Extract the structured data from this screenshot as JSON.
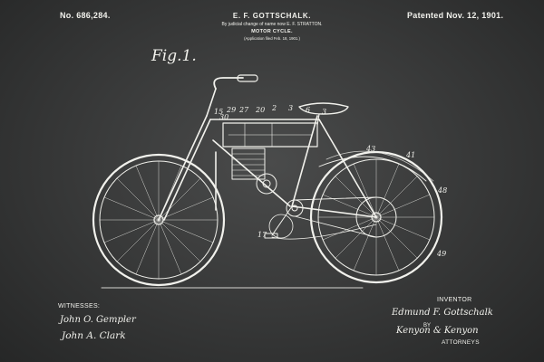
{
  "header": {
    "patent_number": "No. 686,284.",
    "patent_date": "Patented Nov. 12, 1901.",
    "inventor": "E. F. GOTTSCHALK.",
    "judicial_note": "By judicial change of name now E. F. STRATTON.",
    "title": "MOTOR CYCLE.",
    "application": "(Application filed Feb. 18, 1901.)"
  },
  "figure": {
    "label": "Fig.1."
  },
  "reference_numerals": {
    "n1": "15",
    "n2": "29",
    "n3": "27",
    "n4": "20",
    "n5": "2",
    "n6": "3",
    "n7": "6",
    "n8": "3",
    "n9": "30",
    "n10": "43",
    "n11": "41",
    "n12": "48",
    "n13": "49",
    "n14": "17"
  },
  "footer": {
    "witnesses_heading": "WITNESSES:",
    "witness_1": "John O. Gempler",
    "witness_2": "John A. Clark",
    "inventor_heading": "INVENTOR",
    "inventor_signature": "Edmund F. Gottschalk",
    "by_label": "BY",
    "attorneys_signature": "Kenyon & Kenyon",
    "attorneys_label": "ATTORNEYS"
  },
  "colors": {
    "chalkboard": "#3a3b3b",
    "chalk": "#f1f1ec"
  }
}
